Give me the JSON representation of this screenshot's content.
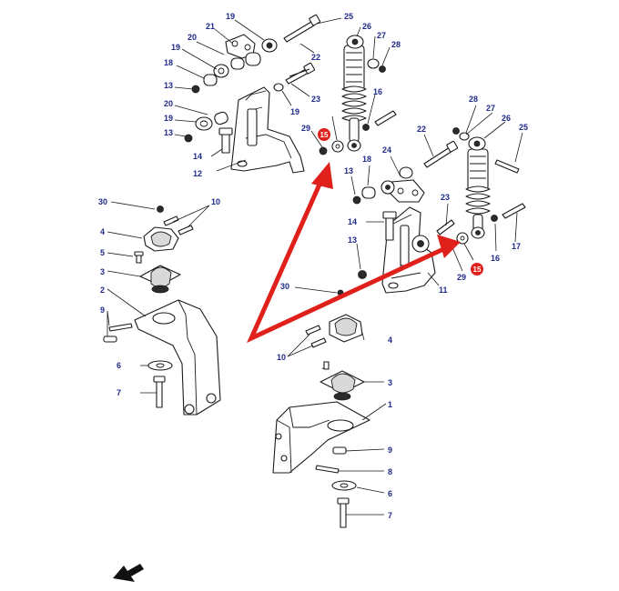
{
  "colors": {
    "label": "#1f2a8a",
    "arrow": "#e0201b",
    "highlight": "#e0201b",
    "line": "#1a1a1a"
  },
  "highlight_label": "15",
  "labels": {
    "l19a": "19",
    "l25a": "25",
    "l21": "21",
    "l26a": "26",
    "l20a": "20",
    "l27a": "27",
    "l19b": "19",
    "l28a": "28",
    "l22a": "22",
    "l18a": "18",
    "l13a": "13",
    "l23a": "23",
    "l16a": "16",
    "l20b": "20",
    "l19c": "19",
    "l13b": "13",
    "l29a": "29",
    "l28b": "28",
    "l27b": "27",
    "l14a": "14",
    "l26b": "26",
    "l19d": "19",
    "l12": "12",
    "l22b": "22",
    "l25b": "25",
    "l18b": "18",
    "l24": "24",
    "l13c": "13",
    "l30a": "30",
    "l10a": "10",
    "l23b": "23",
    "l14b": "14",
    "l4a": "4",
    "l13d": "13",
    "l17": "17",
    "l5": "5",
    "l16b": "16",
    "l29b": "29",
    "l3a": "3",
    "l11": "11",
    "l30b": "30",
    "l2": "2",
    "l9a": "9",
    "l4b": "4",
    "l10b": "10",
    "l6a": "6",
    "l3b": "3",
    "l7a": "7",
    "l1": "1",
    "l9b": "9",
    "l8": "8",
    "l6b": "6",
    "l7b": "7"
  }
}
